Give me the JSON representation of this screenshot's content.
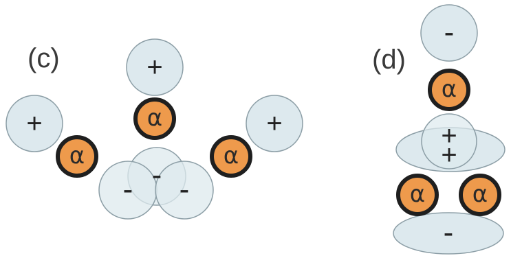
{
  "colors": {
    "cloud_fill": "#dde9ee",
    "cloud_stroke": "#8c9ea6",
    "alpha_fill": "#ee9a4c",
    "alpha_stroke": "#1f1f1f",
    "background": "#ffffff"
  },
  "panel_c": {
    "label": "(c)",
    "plus_sign": "+",
    "minus_sign": "-",
    "alpha_symbol": "α"
  },
  "panel_d": {
    "label": "(d)",
    "plus_sign": "+",
    "minus_sign": "-",
    "alpha_symbol": "α"
  }
}
